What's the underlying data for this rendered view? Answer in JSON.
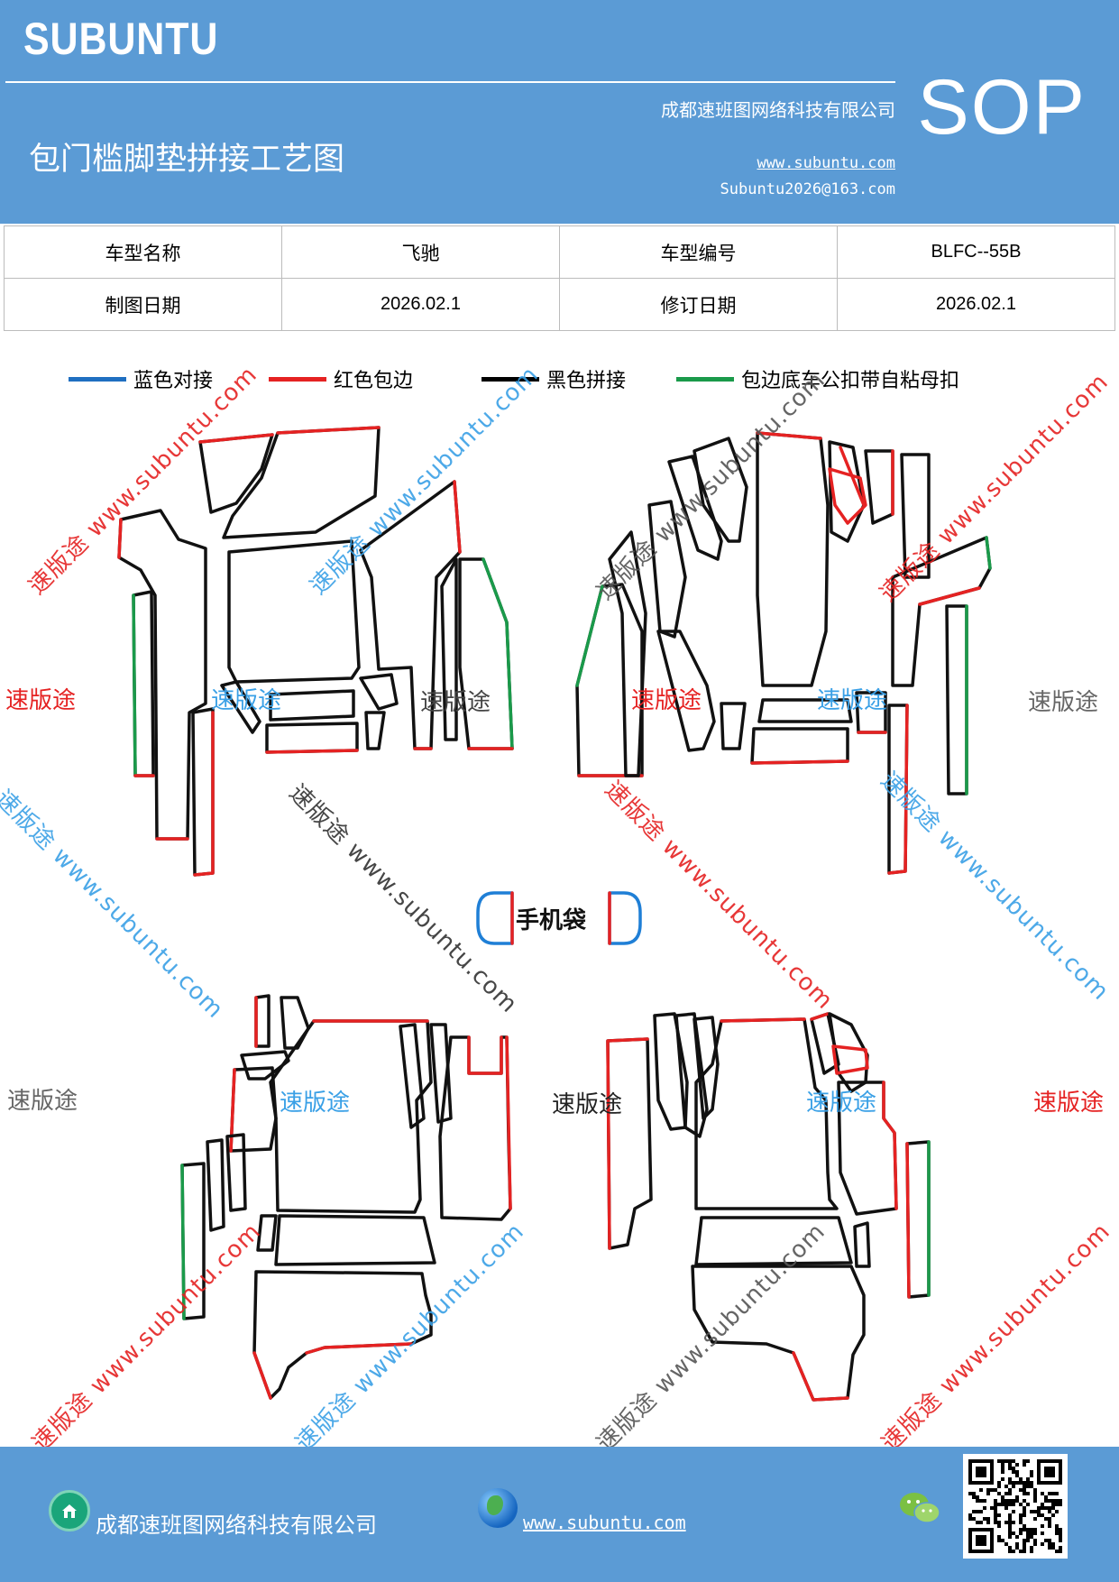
{
  "header": {
    "brand": "SUBUNTU",
    "doc_type": "SOP",
    "company": "成都速班图网络科技有限公司",
    "title": "包门槛脚垫拼接工艺图",
    "website": "www.subuntu.com",
    "email": "Subuntu2026@163.com"
  },
  "info_table": {
    "rows": [
      [
        "车型名称",
        "飞驰",
        "车型编号",
        "BLFC--55B"
      ],
      [
        "制图日期",
        "2026.02.1",
        "修订日期",
        "2026.02.1"
      ]
    ]
  },
  "legend": [
    {
      "label": "蓝色对接",
      "color": "#1f6fc1"
    },
    {
      "label": "红色包边",
      "color": "#e52222"
    },
    {
      "label": "黑色拼接",
      "color": "#000000"
    },
    {
      "label": "包边底车公扣带自粘母扣",
      "color": "#1a9a4a"
    }
  ],
  "phone_bag_label": "手机袋",
  "watermarks": {
    "brand_short": "速版途",
    "brand_url": "速版途 www.subuntu.com",
    "colors": {
      "red": "#e52222",
      "blue": "#3aa0e6",
      "gray": "#666666"
    }
  },
  "footer": {
    "company": "成都速班图网络科技有限公司",
    "website": "www.subuntu.com"
  },
  "icons": [
    "home-icon",
    "globe-icon",
    "wechat-icon",
    "qr-code"
  ]
}
